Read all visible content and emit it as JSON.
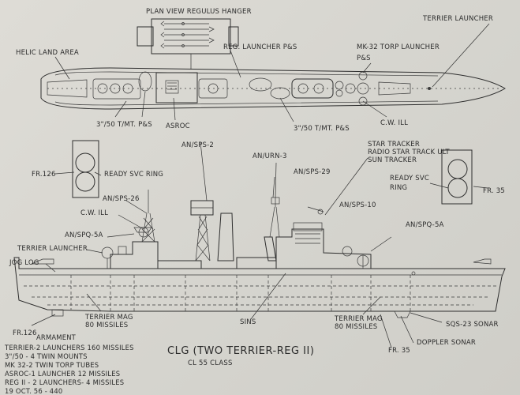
{
  "plan_title": "PLAN VIEW REGULUS HANGER",
  "labels": {
    "terrier_launcher_top": "TERRIER LAUNCHER",
    "helic_land_area": "HELIC LAND AREA",
    "reg_launcher": "REG. LAUNCHER P&S",
    "mk32_line1": "MK-32 TORP LAUNCHER",
    "mk32_line2": "P&S",
    "gun_fwd": "3\"/50 T/MT. P&S",
    "asroc": "ASROC",
    "gun_aft": "3\"/50 T/MT. P&S",
    "cw_ill_top": "C.W. ILL",
    "fr126_top": "FR.126",
    "ready_svc_left": "READY SVC RING",
    "an_sps2": "AN/SPS-2",
    "an_urn3": "AN/URN-3",
    "star_tracker_1": "STAR TRACKER",
    "star_tracker_2": "RADIO STAR TRACK ULT",
    "star_tracker_3": "SUN TRACKER",
    "an_sps29": "AN/SPS-29",
    "ready_svc_right_1": "READY SVC",
    "ready_svc_right_2": "RING",
    "fr35_right": "FR. 35",
    "an_sps26": "AN/SPS-26",
    "cw_ill_side": "C.W. ILL",
    "an_sps10": "AN/SPS-10",
    "an_spq5a_left": "AN/SPQ-5A",
    "an_spq5a_right": "AN/SPQ-5A",
    "terrier_launcher_side": "TERRIER LAUNCHER",
    "jog_log": "JOG LOG",
    "terrier_mag_left_1": "TERRIER MAG",
    "terrier_mag_left_2": "80 MISSILES",
    "sins": "SINS",
    "terrier_mag_right_1": "TERRIER MAG",
    "terrier_mag_right_2": "80 MISSILES",
    "sqs23": "SQS-23 SONAR",
    "fr126_bottom": "FR.126",
    "doppler": "DOPPLER SONAR",
    "fr35_bottom": "FR. 35"
  },
  "armament": {
    "heading": "ARMAMENT",
    "lines": [
      "TERRIER-2 LAUNCHERS 160 MISSILES",
      "3\"/50 - 4 TWIN MOUNTS",
      "MK 32-2 TWIN TORP TUBES",
      "ASROC-1 LAUNCHER 12 MISSILES",
      "REG II - 2 LAUNCHERS- 4 MISSILES"
    ],
    "date": "19 OCT. 56 - 440"
  },
  "title_block": {
    "title": "CLG (TWO TERRIER-REG II)",
    "subtitle": "CL 55 CLASS"
  },
  "colors": {
    "paper": "#d9d8d3",
    "ink": "#2e2e2e"
  }
}
